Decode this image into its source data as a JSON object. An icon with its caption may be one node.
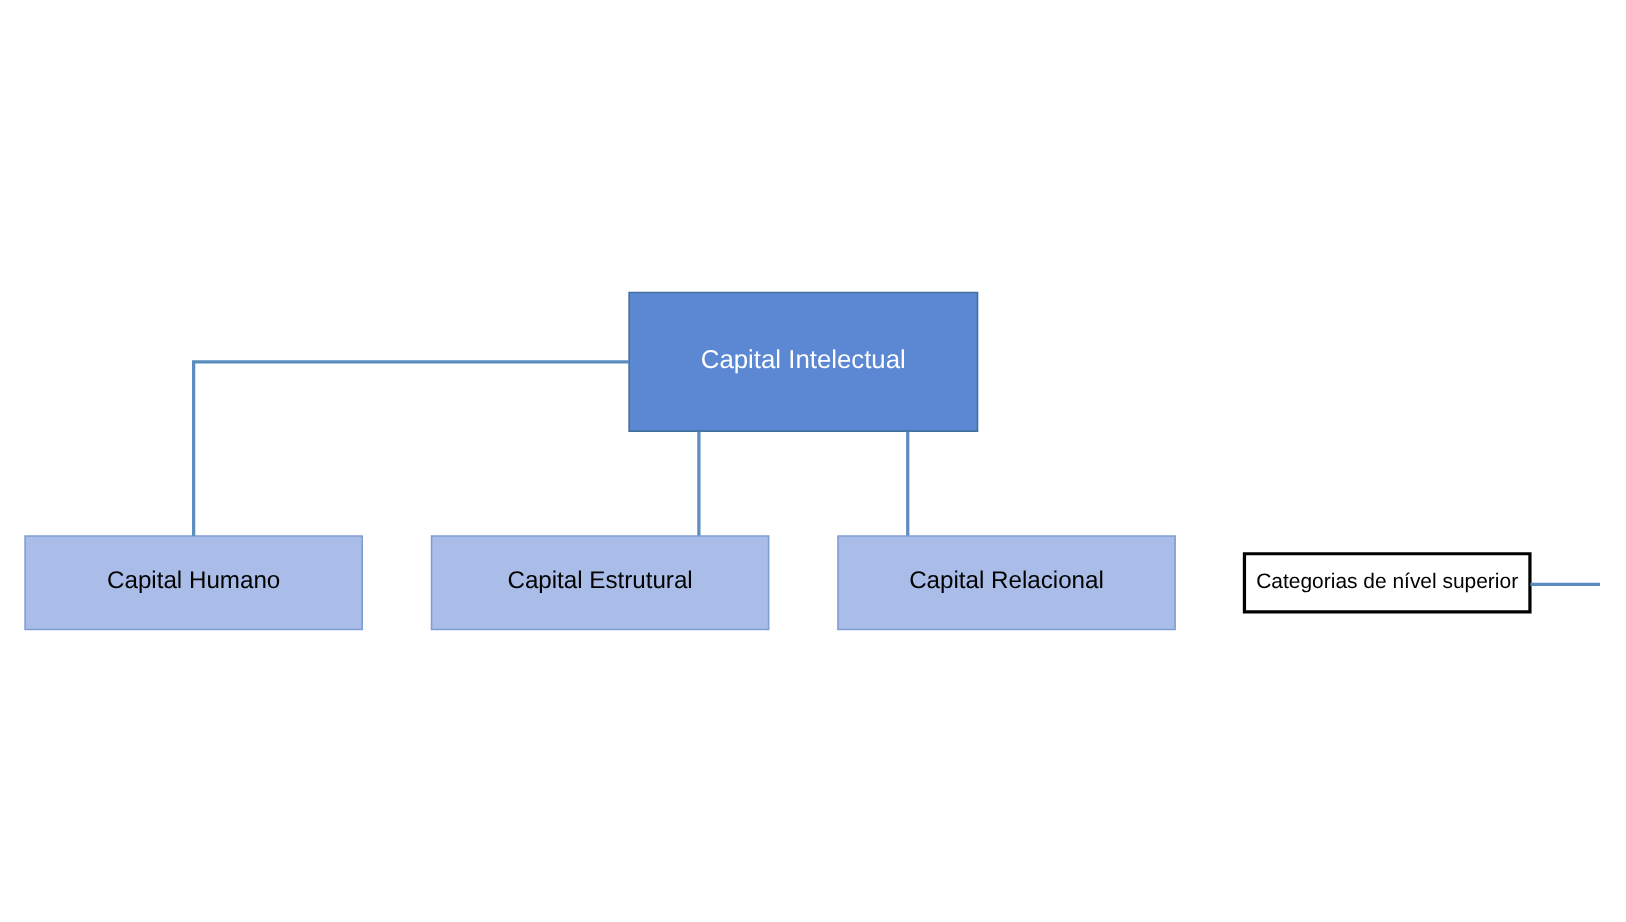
{
  "diagram": {
    "nodes": [
      {
        "text": [
          "Capital Intelectual"
        ]
      },
      {
        "text": [
          "Categorias de nível superior"
        ]
      },
      {
        "text": [
          "Capital Humano"
        ]
      },
      {
        "text": [
          "Capital Estrutural"
        ]
      },
      {
        "text": [
          "Capital Relacional"
        ]
      }
    ],
    "edges": [
      {
        "from": 0,
        "to": 2,
        "arrow": "none"
      },
      {
        "from": 0,
        "to": 3,
        "arrow": "none"
      },
      {
        "from": 0,
        "to": 4,
        "arrow": "none"
      },
      {
        "from": 1,
        "to": null,
        "arrow": "none"
      }
    ]
  }
}
